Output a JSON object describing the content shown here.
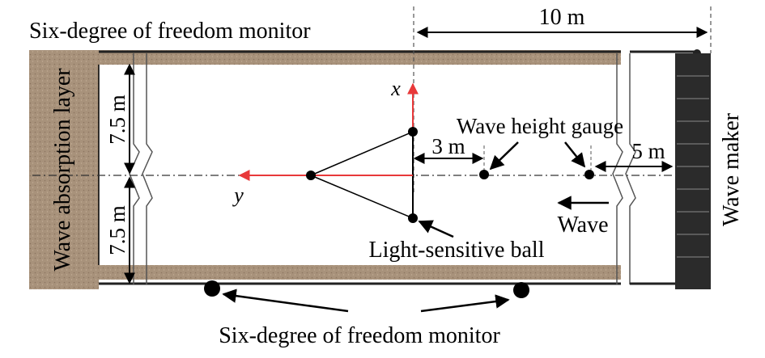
{
  "labels": {
    "monitor_top": "Six-degree of freedom monitor",
    "monitor_bottom": "Six-degree of freedom monitor",
    "dist_10m": "10 m",
    "dist_7_5_upper": "7.5 m",
    "dist_7_5_lower": "7.5 m",
    "dist_3m": "3 m",
    "dist_5m": "5 m",
    "absorption": "Wave absorption layer",
    "wave_maker": "Wave maker",
    "gauge": "Wave height gauge",
    "wave": "Wave",
    "ball": "Light-sensitive ball",
    "axis_x": "x",
    "axis_y": "y"
  },
  "colors": {
    "sand": "#a8927b",
    "axis_red": "#e8393a",
    "maker_dark": "#2b2b2b",
    "line": "#000000"
  }
}
